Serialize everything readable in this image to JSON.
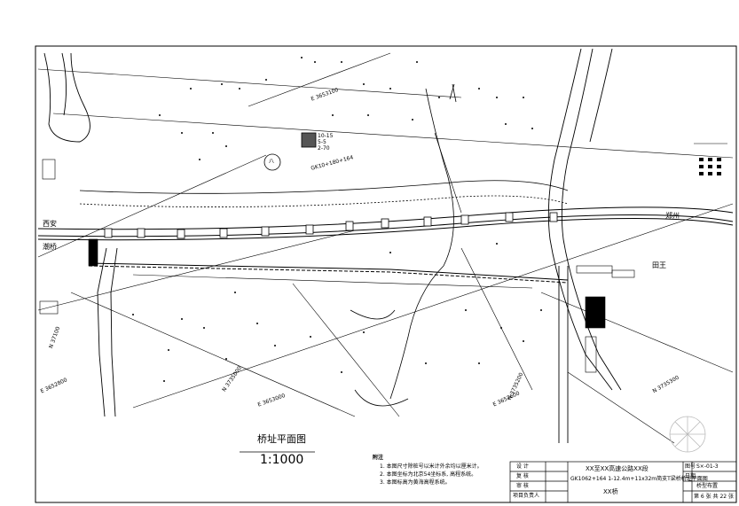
{
  "drawing": {
    "plan_title": "桥址平面图",
    "scale": "1:1000",
    "notes_heading": "附注",
    "notes": [
      "1. 本图尺寸除桩号以米计外余均以厘米计。",
      "2. 本图坐标为北京54坐标系, 高程系统。",
      "3. 本图标高为黄海高程系统。"
    ]
  },
  "place_labels": {
    "xian": "西安",
    "zhengzhou": "郑州",
    "lintong": "潮桥",
    "tianwang": "田王",
    "circle_mark": "八"
  },
  "grid_labels": {
    "n1": "N 37100",
    "n2": "N 3735000",
    "n3": "N 3735200",
    "n4": "N 3735300",
    "e1": "E 3652800",
    "e2": "E 3653000",
    "e3": "E 3652600",
    "e4": "E 3653100"
  },
  "station_label": "GK10+180+164",
  "legend_lines": [
    "10-15",
    "5-5",
    "2-70"
  ],
  "title_block": {
    "project": "XX至XX高速公路XX段",
    "bridge_line": "GK1062+164 1-12.4m+11x32m简支T梁桥桥址平面图",
    "sub": "XX桥",
    "drawing_no": "S×-01-3",
    "sheet": "第 6 张 共 22 张",
    "left_rows": [
      "设 计",
      "复 核",
      "审 核",
      "项目负责人"
    ],
    "right_rows": [
      "图号",
      "日期"
    ],
    "code": "桥型布置"
  }
}
